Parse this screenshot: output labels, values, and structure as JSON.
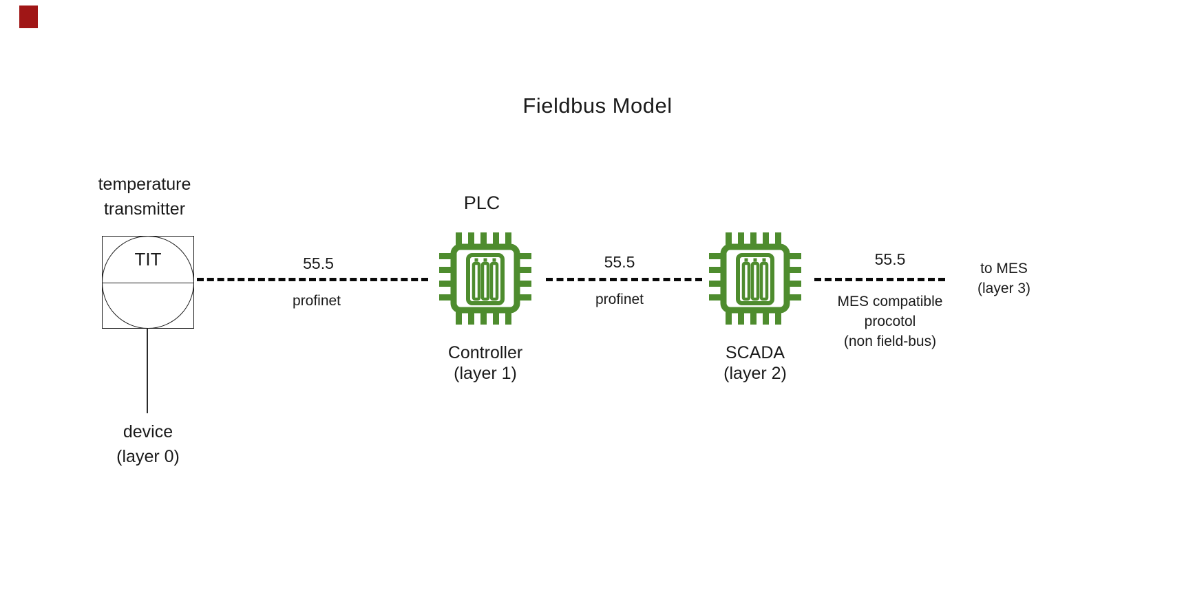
{
  "colors": {
    "accent": "#4e8c2e",
    "marker": "#a01616",
    "line": "#0a0a0a",
    "text": "#1a1a1a"
  },
  "title": "Fieldbus Model",
  "icons": {
    "plc": "microchip-icon",
    "scada": "microchip-icon"
  },
  "transmitter": {
    "label_line1": "temperature",
    "label_line2": "transmitter",
    "symbol_text": "TIT",
    "device_line1": "device",
    "device_line2": "(layer 0)"
  },
  "plc": {
    "label": "PLC",
    "caption_line1": "Controller",
    "caption_line2": "(layer 1)"
  },
  "scada": {
    "caption_line1": "SCADA",
    "caption_line2": "(layer 2)"
  },
  "mes": {
    "line1": "to MES",
    "line2": "(layer 3)"
  },
  "links": [
    {
      "value": "55.5",
      "protocol_line1": "profinet"
    },
    {
      "value": "55.5",
      "protocol_line1": "profinet"
    },
    {
      "value": "55.5",
      "protocol_line1": "MES compatible",
      "protocol_line2": "procotol",
      "protocol_line3": "(non field-bus)"
    }
  ]
}
